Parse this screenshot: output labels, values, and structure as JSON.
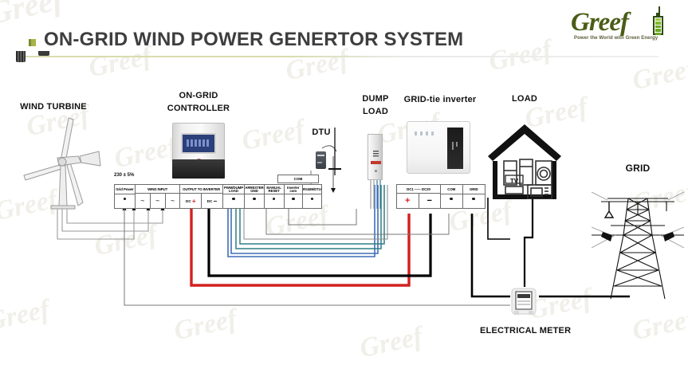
{
  "page": {
    "title": "ON-GRID WIND POWER GENERTOR SYSTEM",
    "background_color": "#ffffff",
    "accent_color": "#a8b44a",
    "watermark_text": "Greef"
  },
  "logo": {
    "wordmark": "Greef",
    "tagline": "Power the World with Green Energy",
    "color": "#4a5d18",
    "battery_color": "#6aa81e"
  },
  "components": {
    "wind_turbine": {
      "label": "WIND TURBINE"
    },
    "controller": {
      "label_line1": "ON-GRID",
      "label_line2": "CONTROLLER",
      "voltage_note": "230 ± 5%"
    },
    "dtu": {
      "label": "DTU"
    },
    "dump_load": {
      "label_line1": "DUMP",
      "label_line2": "LOAD"
    },
    "inverter": {
      "label": "GRID-tie inverter"
    },
    "load": {
      "label": "LOAD",
      "appliance_label": "TV"
    },
    "grid": {
      "label": "GRID"
    },
    "meter": {
      "label": "ELECTRICAL METER"
    }
  },
  "controller_terminals": [
    {
      "name": "grid-power",
      "caption": "Grid Power",
      "type": "dot"
    },
    {
      "name": "wind-input",
      "caption": "WIND INPUT",
      "type": "group",
      "sub": [
        "ac",
        "ac",
        "ac"
      ]
    },
    {
      "name": "output-to-inverter",
      "caption": "OUTPUT TO INVERTER",
      "type": "group",
      "sub": [
        "DC +",
        "DC −"
      ]
    },
    {
      "name": "pwm-dump-load",
      "caption": "PWM/DUMP LOAD",
      "type": "dot"
    },
    {
      "name": "arrester-gnd",
      "caption": "ARRESTER GND",
      "type": "dot"
    },
    {
      "name": "manual-reset",
      "caption": "MANUAL RESET",
      "type": "dot"
    },
    {
      "name": "inverter-com",
      "caption": "Inverter com",
      "type": "dot"
    },
    {
      "name": "rs485-dtu",
      "caption": "RS485/DTU",
      "type": "dot"
    }
  ],
  "controller_com_header": "COM",
  "inverter_terminals": [
    {
      "name": "dc-input",
      "caption": "DC1 ------ DC20",
      "type": "group",
      "sub": [
        "+",
        "−"
      ]
    },
    {
      "name": "com",
      "caption": "COM",
      "type": "dot"
    },
    {
      "name": "grid",
      "caption": "GRID",
      "type": "dot"
    }
  ],
  "wire_colors": {
    "dc_positive": "#d32020",
    "dc_negative": "#000000",
    "pwm_dump": "#3f6fb5",
    "com_signal": "#2f7f86",
    "signal_thin": "#8a8a8a",
    "ac_grid": "#000000"
  }
}
